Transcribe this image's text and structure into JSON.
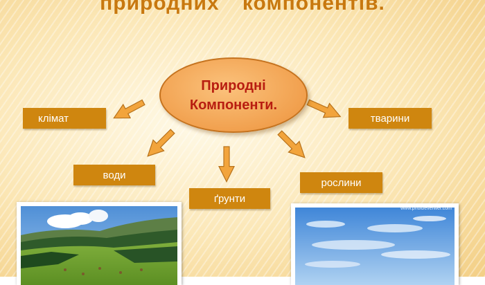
{
  "slide": {
    "title": "природних    компонентів.",
    "center_label": "Природні\nКомпоненти.",
    "nodes": {
      "klimat": "клімат",
      "vody": "води",
      "gruntu": "ґрунти",
      "roslyny": "рослини",
      "tvaryny": "тварини"
    },
    "photos": {
      "left": "mountain-meadow-landscape",
      "right": "blue-sky-landscape",
      "right_watermark": "www.photoeverwer.com"
    }
  },
  "colors": {
    "title": "#c8780f",
    "center_fill": "#f1a04e",
    "center_text": "#b81d10",
    "node_fill": "#cf860f",
    "arrow_fill": "#f2a43c"
  }
}
